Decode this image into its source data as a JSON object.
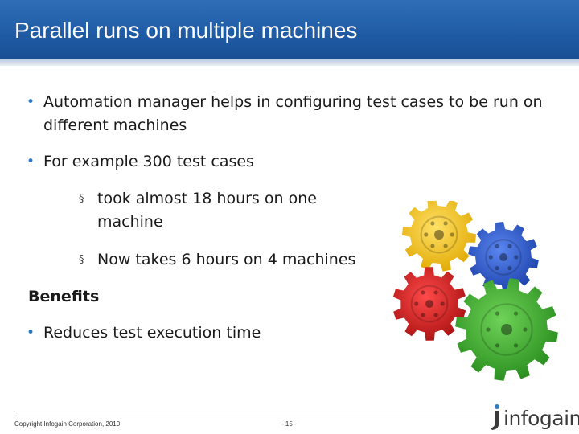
{
  "title": "Parallel runs on multiple machines",
  "bullets": {
    "b1": "Automation manager helps in configuring test cases to be run on different machines",
    "b2": "For example 300 test cases",
    "s1": "took almost 18 hours on one machine",
    "s2": "Now takes 6 hours on 4 machines",
    "benefits": "Benefits",
    "b3": "Reduces test execution time"
  },
  "markers": {
    "bullet": "•",
    "sub": "§"
  },
  "footer": {
    "copyright": "Copyright Infogain Corporation, 2010",
    "page": "- 15 -",
    "logo": "infogain"
  },
  "colors": {
    "title_bar": "#1e5aa3",
    "bullet": "#2e7bc4",
    "gear_yellow": "#f2c21b",
    "gear_blue": "#2454c8",
    "gear_red": "#d11f1f",
    "gear_green": "#3aa12c"
  }
}
